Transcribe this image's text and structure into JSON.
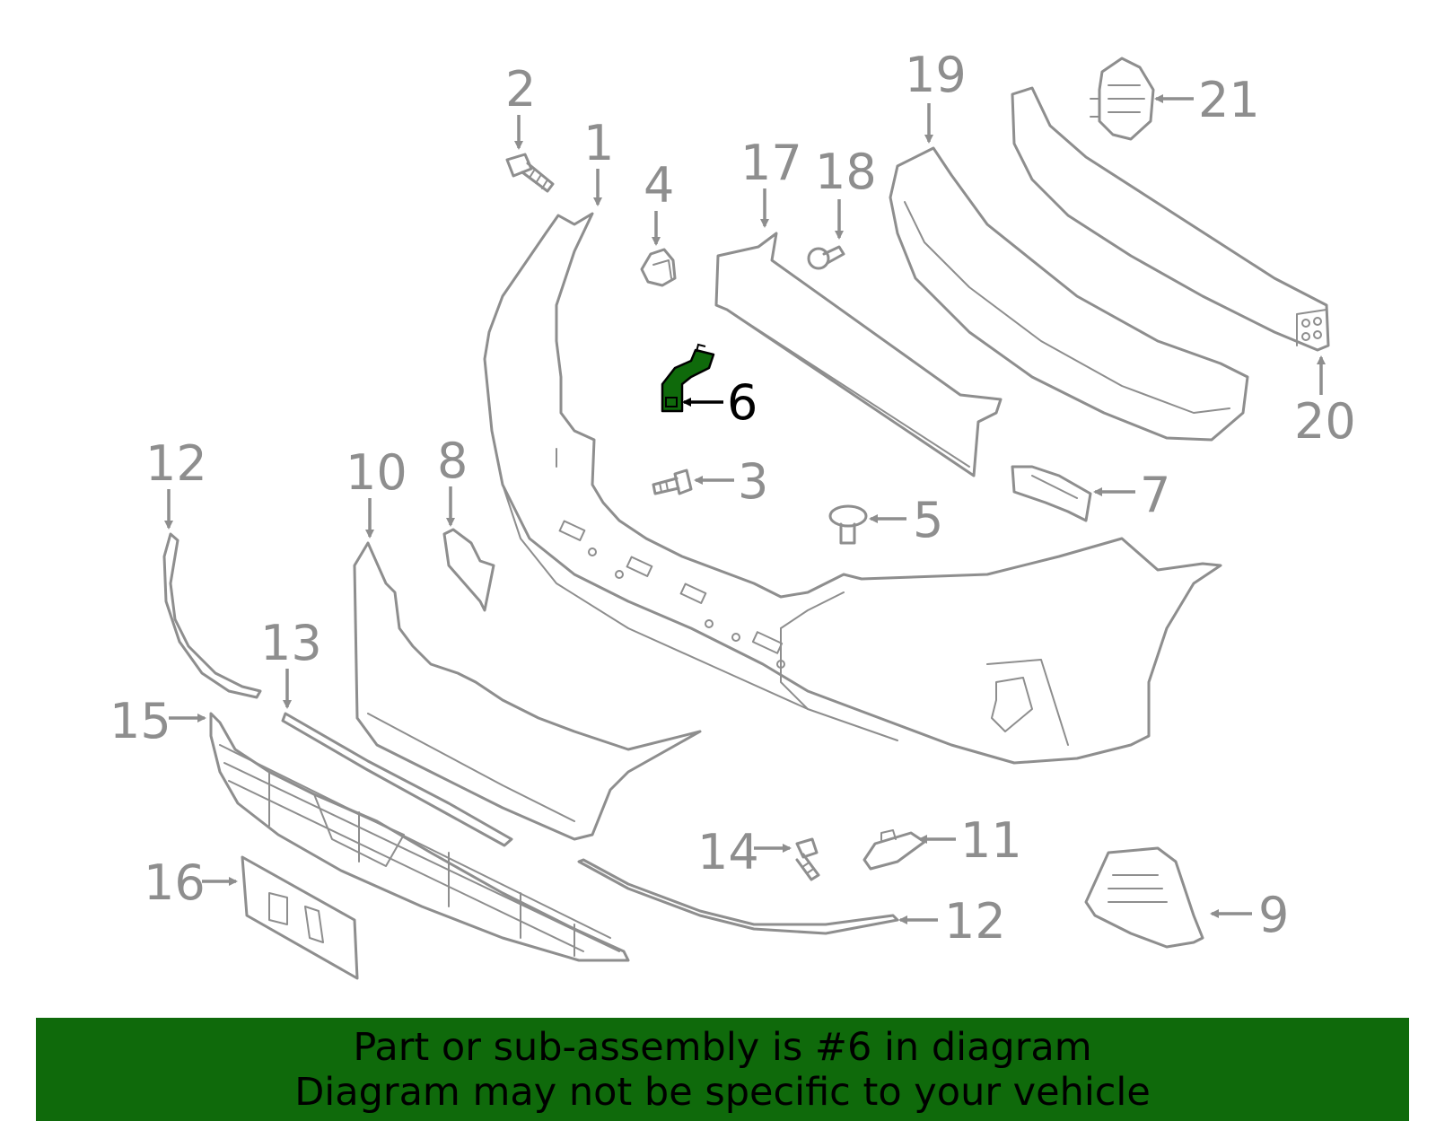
{
  "highlight": {
    "part_number": "6",
    "color": "#0f6a0b"
  },
  "callouts": [
    "1",
    "2",
    "3",
    "4",
    "5",
    "6",
    "7",
    "8",
    "9",
    "10",
    "11",
    "12",
    "12",
    "13",
    "14",
    "15",
    "16",
    "17",
    "18",
    "19",
    "20",
    "21"
  ],
  "banner": {
    "line1": "Part or sub-assembly is #6 in diagram",
    "line2": "Diagram may not be specific to your vehicle",
    "background": "#0f6a0b"
  }
}
